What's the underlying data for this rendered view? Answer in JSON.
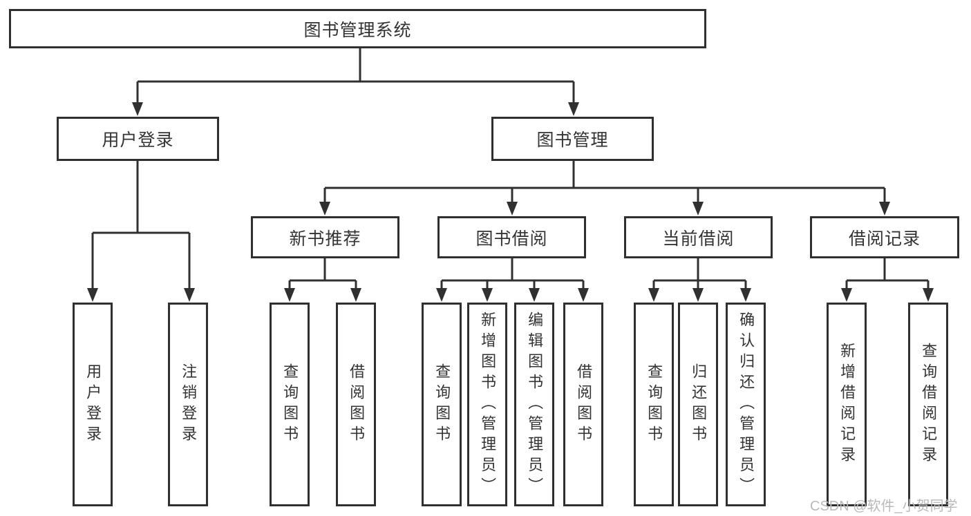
{
  "diagram": {
    "root": {
      "label": "图书管理系统"
    },
    "level2": [
      {
        "label": "用户登录"
      },
      {
        "label": "图书管理"
      }
    ],
    "level3": [
      {
        "label": "新书推荐",
        "parent": "图书管理"
      },
      {
        "label": "图书借阅",
        "parent": "图书管理"
      },
      {
        "label": "当前借阅",
        "parent": "图书管理"
      },
      {
        "label": "借阅记录",
        "parent": "图书管理"
      }
    ],
    "leaves": [
      {
        "label": "用户登录",
        "parent": "用户登录"
      },
      {
        "label": "注销登录",
        "parent": "用户登录"
      },
      {
        "label": "查询图书",
        "parent": "新书推荐"
      },
      {
        "label": "借阅图书",
        "parent": "新书推荐"
      },
      {
        "label": "查询图书",
        "parent": "图书借阅"
      },
      {
        "label": "新增图书（管理员）",
        "parent": "图书借阅"
      },
      {
        "label": "编辑图书（管理员）",
        "parent": "图书借阅"
      },
      {
        "label": "借阅图书",
        "parent": "图书借阅"
      },
      {
        "label": "查询图书",
        "parent": "当前借阅"
      },
      {
        "label": "归还图书",
        "parent": "当前借阅"
      },
      {
        "label": "确认归还（管理员）",
        "parent": "当前借阅"
      },
      {
        "label": "新增借阅记录",
        "parent": "借阅记录"
      },
      {
        "label": "查询借阅记录",
        "parent": "借阅记录"
      }
    ]
  },
  "watermark": {
    "text": "CSDN @软件_小贺同学"
  },
  "colors": {
    "line": "#303030",
    "box_border": "#2f2f2f",
    "text": "#333333",
    "watermark": "#b9b9b9",
    "background": "#ffffff"
  }
}
